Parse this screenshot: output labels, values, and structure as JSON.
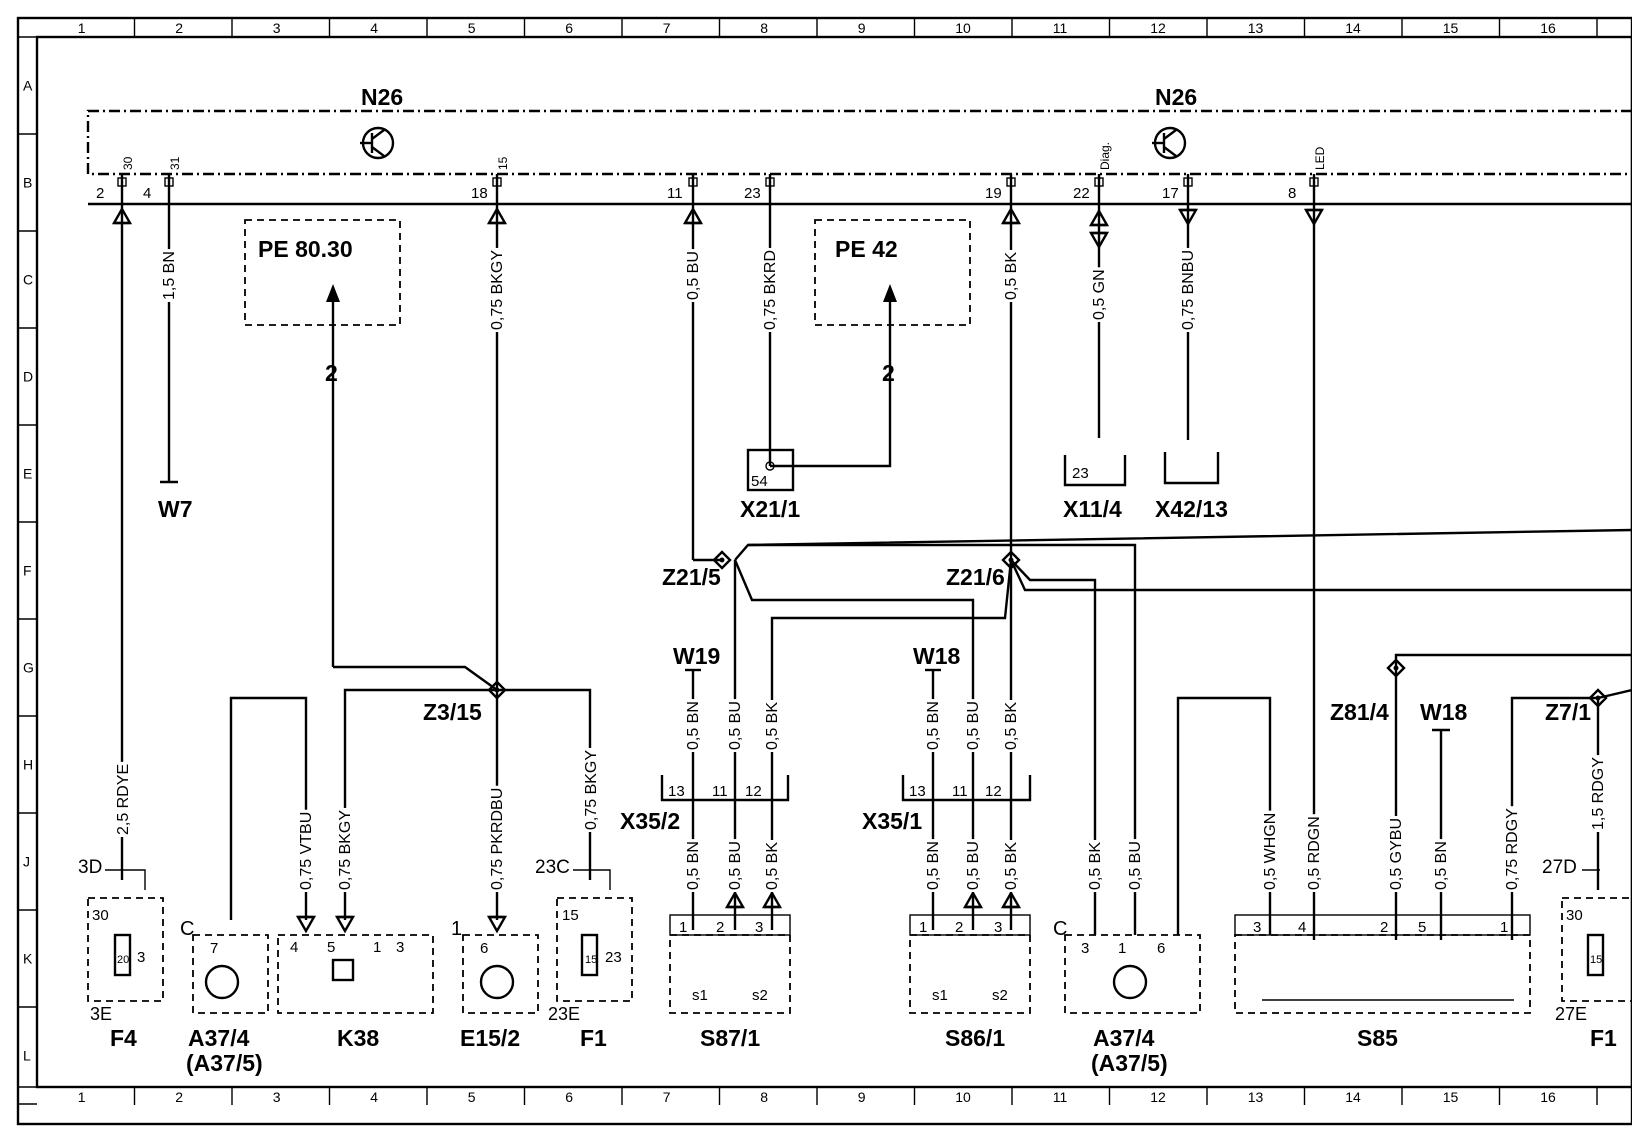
{
  "grid": {
    "columns": [
      "1",
      "2",
      "3",
      "4",
      "5",
      "6",
      "7",
      "8",
      "9",
      "10",
      "11",
      "12",
      "13",
      "14",
      "15",
      "16"
    ],
    "rows": [
      "A",
      "B",
      "C",
      "D",
      "E",
      "F",
      "G",
      "H",
      "J",
      "K",
      "L"
    ]
  },
  "modules": {
    "n26_left": "N26",
    "n26_right": "N26"
  },
  "n26_terminals": [
    {
      "num": "2",
      "tag": "30"
    },
    {
      "num": "4",
      "tag": "31"
    },
    {
      "num": "18",
      "tag": "15"
    },
    {
      "num": "11",
      "tag": ""
    },
    {
      "num": "23",
      "tag": ""
    },
    {
      "num": "19",
      "tag": ""
    },
    {
      "num": "22",
      "tag": "Diag."
    },
    {
      "num": "17",
      "tag": ""
    },
    {
      "num": "8",
      "tag": "LED"
    }
  ],
  "refs": [
    {
      "text": "PE 80.30",
      "num": "2"
    },
    {
      "text": "PE 42",
      "num": "2"
    }
  ],
  "wire_labels": {
    "w_f4": "2,5 RDYE",
    "w_w7": "1,5 BN",
    "w_18": "0,75 BKGY",
    "w_11": "0,5 BU",
    "w_23": "0,75 BKRD",
    "w_19": "0,5 BK",
    "w_22": "0,5 GN",
    "w_17": "0,75 BNBU",
    "w_vtbu": "0,75 VTBU",
    "w_k38": "0,75 BKGY",
    "w_e15": "0,75 PKRDBU",
    "w_f1": "0,75 BKGY",
    "w_a_bn": "0,5 BN",
    "w_a_bu": "0,5 BU",
    "w_a_bk": "0,5 BK",
    "w_b_bn": "0,5 BN",
    "w_b_bu": "0,5 BU",
    "w_b_bk": "0,5 BK",
    "w_c_bn": "0,5 BN",
    "w_c_bu": "0,5 BU",
    "w_c_bk": "0,5 BK",
    "w_d_bn": "0,5 BN",
    "w_d_bu": "0,5 BU",
    "w_d_bk": "0,5 BK",
    "w_a37_bk": "0,5 BK",
    "w_a37_bu": "0,5 BU",
    "w_whgn": "0,5 WHGN",
    "w_rdgn": "0,5 RDGN",
    "w_gybu": "0,5 GYBU",
    "w_s85bn": "0,5 BN",
    "w_rdgy": "0,75 RDGY",
    "w_f1r": "1,5 RDGY"
  },
  "components": {
    "W7": "W7",
    "X21_1": "X21/1",
    "X21_pin": "54",
    "X11_4": "X11/4",
    "X11_pin": "23",
    "X42_13": "X42/13",
    "Z21_5": "Z21/5",
    "Z21_6": "Z21/6",
    "Z3_15": "Z3/15",
    "Z81_4": "Z81/4",
    "Z7_1": "Z7/1",
    "W19": "W19",
    "W18a": "W18",
    "W18b": "W18",
    "X35_2": "X35/2",
    "X35_1": "X35/1",
    "F4": "F4",
    "A37_4a": "A37/4",
    "A37_5a": "(A37/5)",
    "K38": "K38",
    "E15_2": "E15/2",
    "F1": "F1",
    "S87_1": "S87/1",
    "S86_1": "S86/1",
    "A37_4b": "A37/4",
    "A37_5b": "(A37/5)",
    "S85": "S85",
    "F1r": "F1"
  },
  "pins": {
    "f4_top": "3D",
    "f4_bot": "3E",
    "f4_30": "30",
    "f4_val": "20",
    "f4_3": "3",
    "a37a_c": "C",
    "a37a_7": "7",
    "k38_4": "4",
    "k38_5": "5",
    "k38_1": "1",
    "k38_3": "3",
    "e15_1": "1",
    "e15_6": "6",
    "f1_top": "23C",
    "f1_bot": "23E",
    "f1_15": "15",
    "f1_val": "15",
    "f1_23": "23",
    "x35_13": "13",
    "x35_11": "11",
    "x35_12": "12",
    "sw_1": "1",
    "sw_2": "2",
    "sw_3": "3",
    "sw_s1": "s1",
    "sw_s2": "s2",
    "a37b_c": "C",
    "a37b_3": "3",
    "a37b_1": "1",
    "a37b_6": "6",
    "s85_3": "3",
    "s85_4": "4",
    "s85_2": "2",
    "s85_5": "5",
    "s85_1": "1",
    "f1r_top": "27D",
    "f1r_bot": "27E",
    "f1r_30": "30",
    "f1r_val": "15"
  }
}
